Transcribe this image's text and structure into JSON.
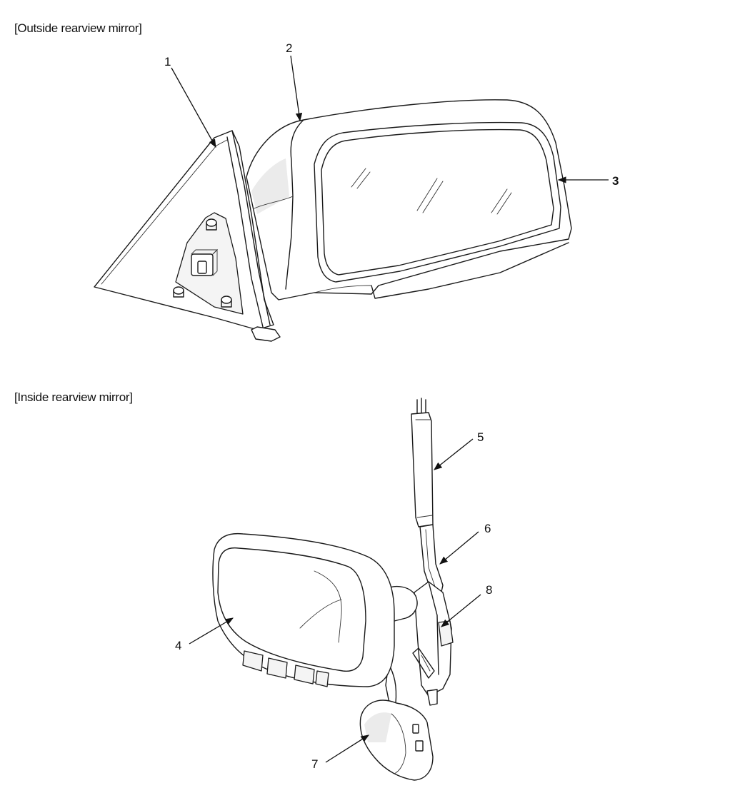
{
  "sections": {
    "outside": {
      "title": "[Outside rearview mirror]"
    },
    "inside": {
      "title": "[Inside rearview mirror]"
    }
  },
  "callouts": [
    {
      "id": "1",
      "label": "1"
    },
    {
      "id": "2",
      "label": "2"
    },
    {
      "id": "3",
      "label": "3"
    },
    {
      "id": "4",
      "label": "4"
    },
    {
      "id": "5",
      "label": "5"
    },
    {
      "id": "6",
      "label": "6"
    },
    {
      "id": "7",
      "label": "7"
    },
    {
      "id": "8",
      "label": "8"
    }
  ],
  "colors": {
    "ink": "#1a1a1a",
    "background": "#ffffff",
    "shade": "#ebebeb"
  }
}
